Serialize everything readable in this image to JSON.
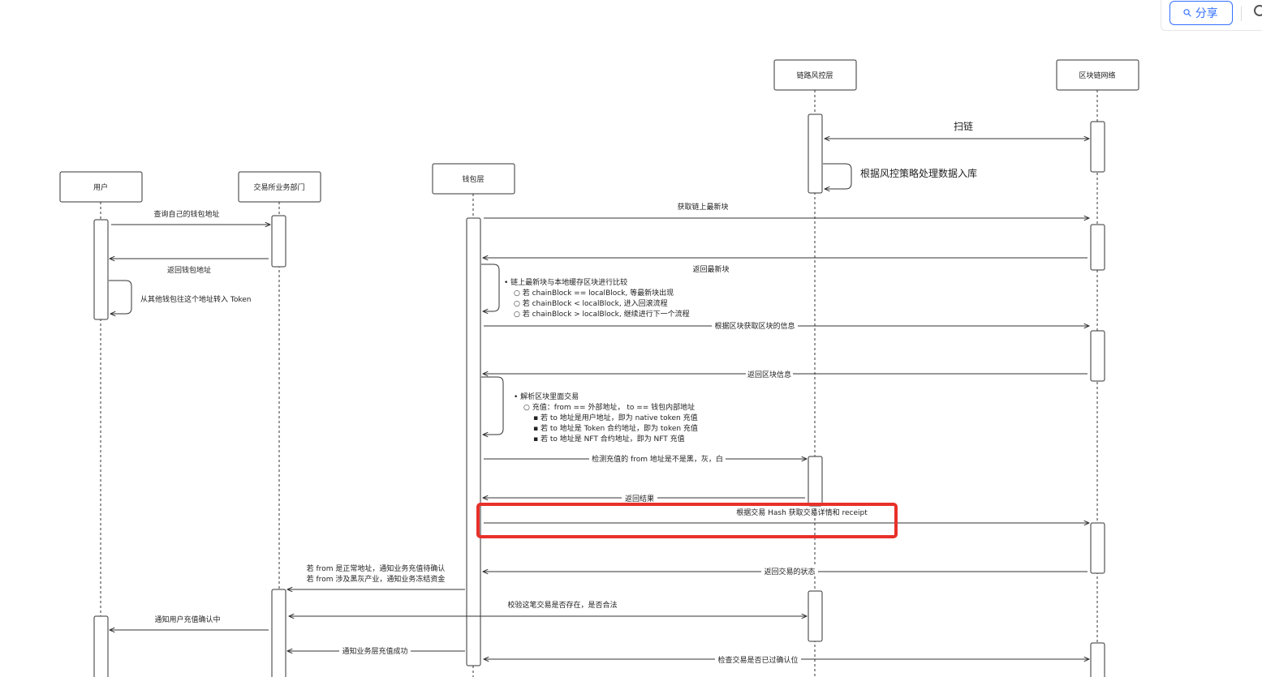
{
  "participants": [
    {
      "id": "user",
      "label": "用户"
    },
    {
      "id": "exchange",
      "label": "交易所业务部门"
    },
    {
      "id": "wallet",
      "label": "钱包层"
    },
    {
      "id": "risk",
      "label": "链路风控层"
    },
    {
      "id": "chain",
      "label": "区块链网络"
    }
  ],
  "messages": [
    {
      "id": "m-scan",
      "text": "扫链"
    },
    {
      "id": "m-risk-store",
      "text": "根据风控策略处理数据入库"
    },
    {
      "id": "m-query-addr",
      "text": "查询自己的钱包地址"
    },
    {
      "id": "m-return-addr",
      "text": "返回钱包地址"
    },
    {
      "id": "m-transfer",
      "text": "从其他钱包往这个地址转入 Token"
    },
    {
      "id": "m-get-latest",
      "text": "获取链上最新块"
    },
    {
      "id": "m-return-latest",
      "text": "返回最新块"
    },
    {
      "id": "m-get-info",
      "text": "根据区块获取区块的信息"
    },
    {
      "id": "m-return-info",
      "text": "返回区块信息"
    },
    {
      "id": "m-check-from",
      "text": "检测充值的 from 地址是不是黑，灰，白"
    },
    {
      "id": "m-return-result",
      "text": "返回结果"
    },
    {
      "id": "m-get-receipt",
      "text": "根据交易 Hash 获取交易详情和 receipt"
    },
    {
      "id": "m-return-status",
      "text": "返回交易的状态"
    },
    {
      "id": "m-verify",
      "text": "校验这笔交易是否存在，是否合法"
    },
    {
      "id": "m-notify-user",
      "text": "通知用户充值确认中"
    },
    {
      "id": "m-notify-success",
      "text": "通知业务层充值成功"
    },
    {
      "id": "m-check-confirm",
      "text": "检查交易是否已过确认位"
    }
  ],
  "notes": {
    "compare": [
      "•  链上最新块与本地缓存区块进行比较",
      "○  若 chainBlock == localBlock, 等最新块出现",
      "○  若 chainBlock < localBlock, 进入回滚流程",
      "○  若 chainBlock > localBlock, 继续进行下一个流程"
    ],
    "parse": [
      "•  解析区块里面交易",
      "○  充值：from == 外部地址，  to == 钱包内部地址",
      "▪  若 to 地址是用户地址，即为 native token 充值",
      "▪  若 to 地址是 Token 合约地址，即为 token 充值",
      "▪  若 to 地址是 NFT 合约地址，即为 NFT 充值"
    ],
    "notify_exchange": [
      "若 from 是正常地址，通知业务充值待确认",
      "若 from 涉及黑灰产业，通知业务冻结资金"
    ]
  },
  "toolbar": {
    "share_label": "分享",
    "link_icon": "link-icon",
    "more_icon": "more-icon"
  },
  "colors": {
    "highlight": "#e8302a",
    "share_accent": "#3370ff",
    "line": "#333333"
  }
}
